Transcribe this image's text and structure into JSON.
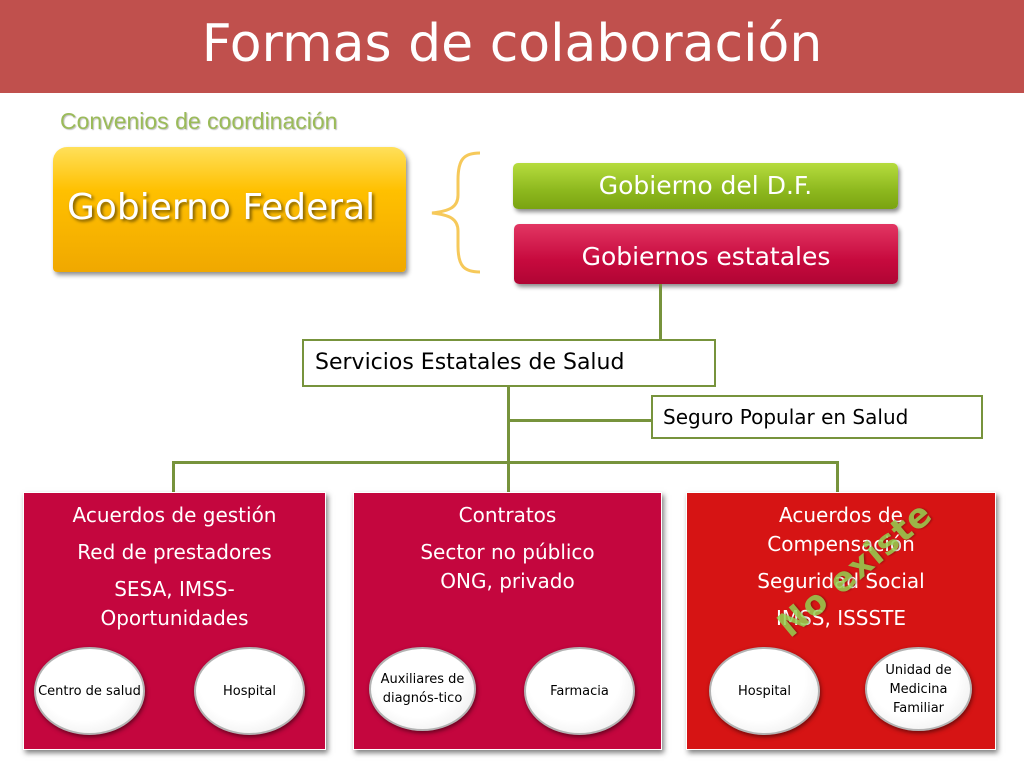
{
  "slide": {
    "title": "Formas de colaboración",
    "subtitle": "Convenios de coordinación"
  },
  "colors": {
    "title_bar": "#c0504d",
    "federal": "#ffc000",
    "df": "#8db81e",
    "estatales": "#c70a3e",
    "connector": "#77933c",
    "panel": "#c4063e",
    "panel_alt": "#d61414"
  },
  "diagram": {
    "federal": "Gobierno Federal",
    "df": "Gobierno del D.F.",
    "estatales": "Gobiernos estatales",
    "servicios": "Servicios Estatales de Salud",
    "seguro": "Seguro Popular en Salud",
    "panels": [
      {
        "lines": [
          "Acuerdos de gestión",
          "Red de prestadores",
          "SESA, IMSS-Oportunidades"
        ],
        "ovals": [
          "Centro de salud",
          "Hospital"
        ]
      },
      {
        "lines": [
          "Contratos",
          "Sector no público ONG, privado"
        ],
        "ovals": [
          "Auxiliares de diagnós-tico",
          "Farmacia"
        ]
      },
      {
        "lines": [
          "Acuerdos de Compensación",
          "Seguridad Social",
          "IMSS, ISSSTE"
        ],
        "ovals": [
          "Hospital",
          "Unidad de Medicina Familiar"
        ]
      }
    ],
    "overlay": "No existe"
  }
}
